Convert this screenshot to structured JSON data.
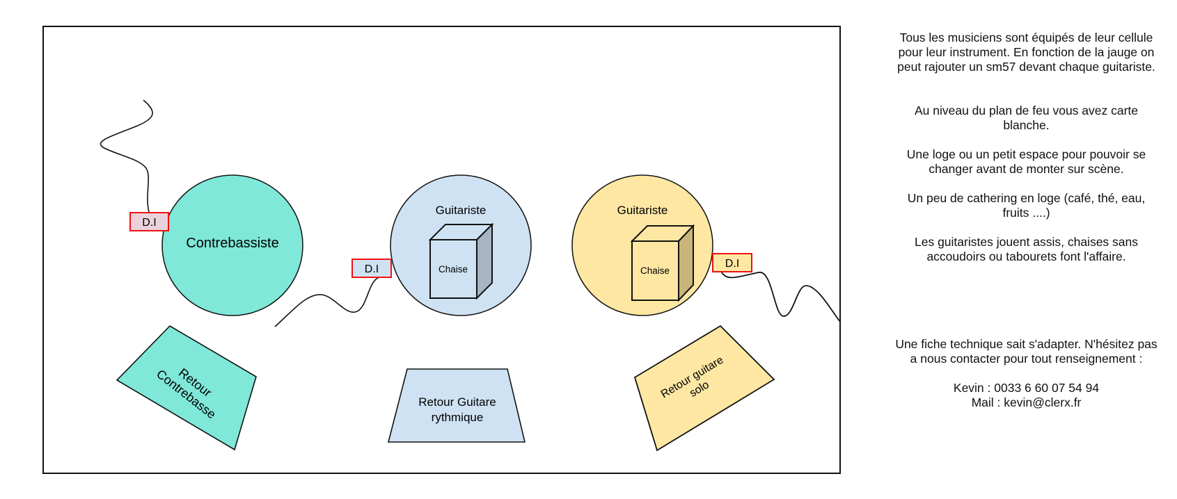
{
  "diagram": {
    "title": "Plan de scène",
    "colors": {
      "bass": "#7fe8d8",
      "rhythm_guitar": "#cfe2f3",
      "solo_guitar": "#fde7a3",
      "di_fill_bass": "#ead1dc",
      "di_fill_rhythm": "#cfe2f3",
      "di_fill_solo": "#fde7a3",
      "di_border": "#ee1111",
      "stroke": "#111111"
    },
    "musicians": [
      {
        "label": "Contrebassiste"
      },
      {
        "label": "Guitariste",
        "chair_label": "Chaise"
      },
      {
        "label": "Guitariste",
        "chair_label": "Chaise"
      }
    ],
    "di_boxes": [
      {
        "label": "D.I"
      },
      {
        "label": "D.I"
      },
      {
        "label": "D.I"
      }
    ],
    "monitors": [
      {
        "lines": [
          "Retour",
          "Contrebasse"
        ]
      },
      {
        "lines": [
          "Retour Guitare",
          "rythmique"
        ]
      },
      {
        "lines": [
          "Retour guitare",
          "solo"
        ]
      }
    ]
  },
  "notes": [
    "Tous les musiciens sont équipés de leur cellule\npour leur instrument. En fonction de la jauge on\npeut rajouter un sm57 devant chaque guitariste.",
    "Au niveau du plan de feu vous avez carte\nblanche.",
    "Une loge ou un petit espace pour pouvoir se\nchanger avant de monter sur scène.",
    "Un peu de cathering en loge (café, thé, eau,\nfruits ....)",
    "Les guitaristes jouent assis, chaises sans\naccoudoirs ou tabourets font l'affaire.",
    "Une fiche technique sait s'adapter. N'hésitez pas\na nous contacter pour tout renseignement :",
    "Kevin : 0033 6 60 07 54 94\nMail : kevin@clerx.fr"
  ]
}
